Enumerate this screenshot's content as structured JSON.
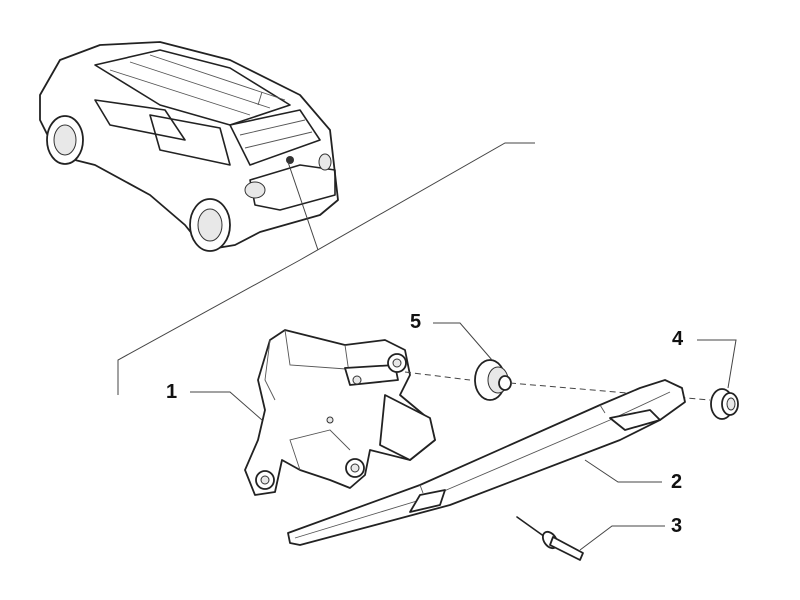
{
  "diagram": {
    "type": "exploded parts diagram",
    "callouts": [
      {
        "number": "1",
        "part": "wiper-motor"
      },
      {
        "number": "2",
        "part": "wiper-arm"
      },
      {
        "number": "3",
        "part": "rivet"
      },
      {
        "number": "4",
        "part": "cap-nut"
      },
      {
        "number": "5",
        "part": "grommet"
      }
    ]
  }
}
